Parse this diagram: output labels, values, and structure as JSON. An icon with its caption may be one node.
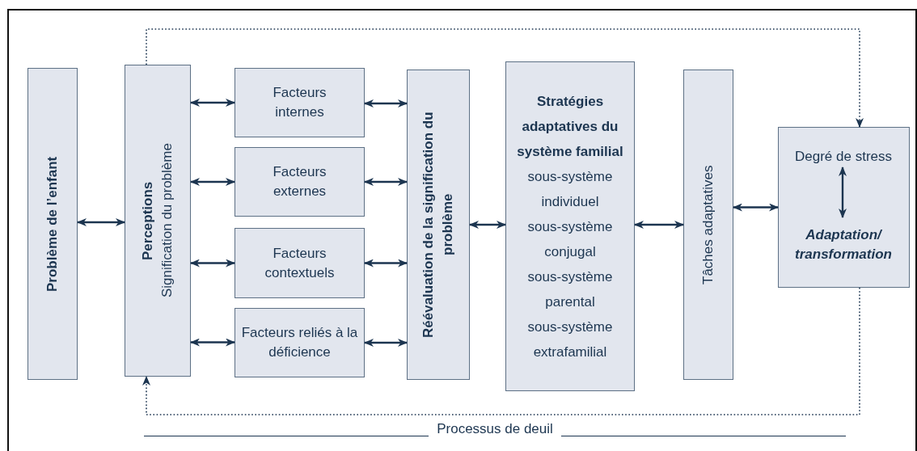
{
  "diagram": {
    "nodes": [
      {
        "text": [
          "Problème de l’enfant"
        ]
      },
      {
        "text": [
          "Perceptions",
          "Signification du problème"
        ]
      },
      {
        "text": [
          "Facteurs internes"
        ]
      },
      {
        "text": [
          "Facteurs externes"
        ]
      },
      {
        "text": [
          "Facteurs contextuels"
        ]
      },
      {
        "text": [
          "Facteurs reliés à la déficience"
        ]
      },
      {
        "text": [
          "Réévaluation de la signification du problème"
        ]
      },
      {
        "text": [
          "Stratégies adaptatives du système familial",
          "sous-système individuel",
          "sous-système conjugal",
          "sous-système parental",
          "sous-système extrafamilial"
        ]
      },
      {
        "text": [
          "Tâches adaptatives"
        ]
      },
      {
        "text": [],
        "shape": "box"
      },
      {
        "text": [
          "Degré de stress"
        ],
        "in": 9
      },
      {
        "text": [
          "Adaptation/ transformation"
        ],
        "in": 9
      }
    ],
    "edges": [
      {
        "from": 0,
        "to": 1,
        "arrow": "both"
      },
      {
        "from": 1,
        "to": 2,
        "arrow": "both"
      },
      {
        "from": 1,
        "to": 3,
        "arrow": "both"
      },
      {
        "from": 1,
        "to": 4,
        "arrow": "both"
      },
      {
        "from": 1,
        "to": 5,
        "arrow": "both"
      },
      {
        "from": 2,
        "to": 6,
        "arrow": "both"
      },
      {
        "from": 3,
        "to": 6,
        "arrow": "both"
      },
      {
        "from": 4,
        "to": 6,
        "arrow": "both"
      },
      {
        "from": 5,
        "to": 6,
        "arrow": "both"
      },
      {
        "from": 6,
        "to": 7,
        "arrow": "both"
      },
      {
        "from": 7,
        "to": 8,
        "arrow": "both"
      },
      {
        "from": 8,
        "to": 9,
        "arrow": "both"
      },
      {
        "from": 10,
        "to": 11,
        "arrow": "both"
      },
      {
        "from": 1,
        "to": 9,
        "arrow": "to",
        "style": "dashed"
      },
      {
        "from": 9,
        "to": 1,
        "arrow": "to",
        "style": "dashed"
      }
    ],
    "labels": [
      "Processus de deuil"
    ]
  }
}
